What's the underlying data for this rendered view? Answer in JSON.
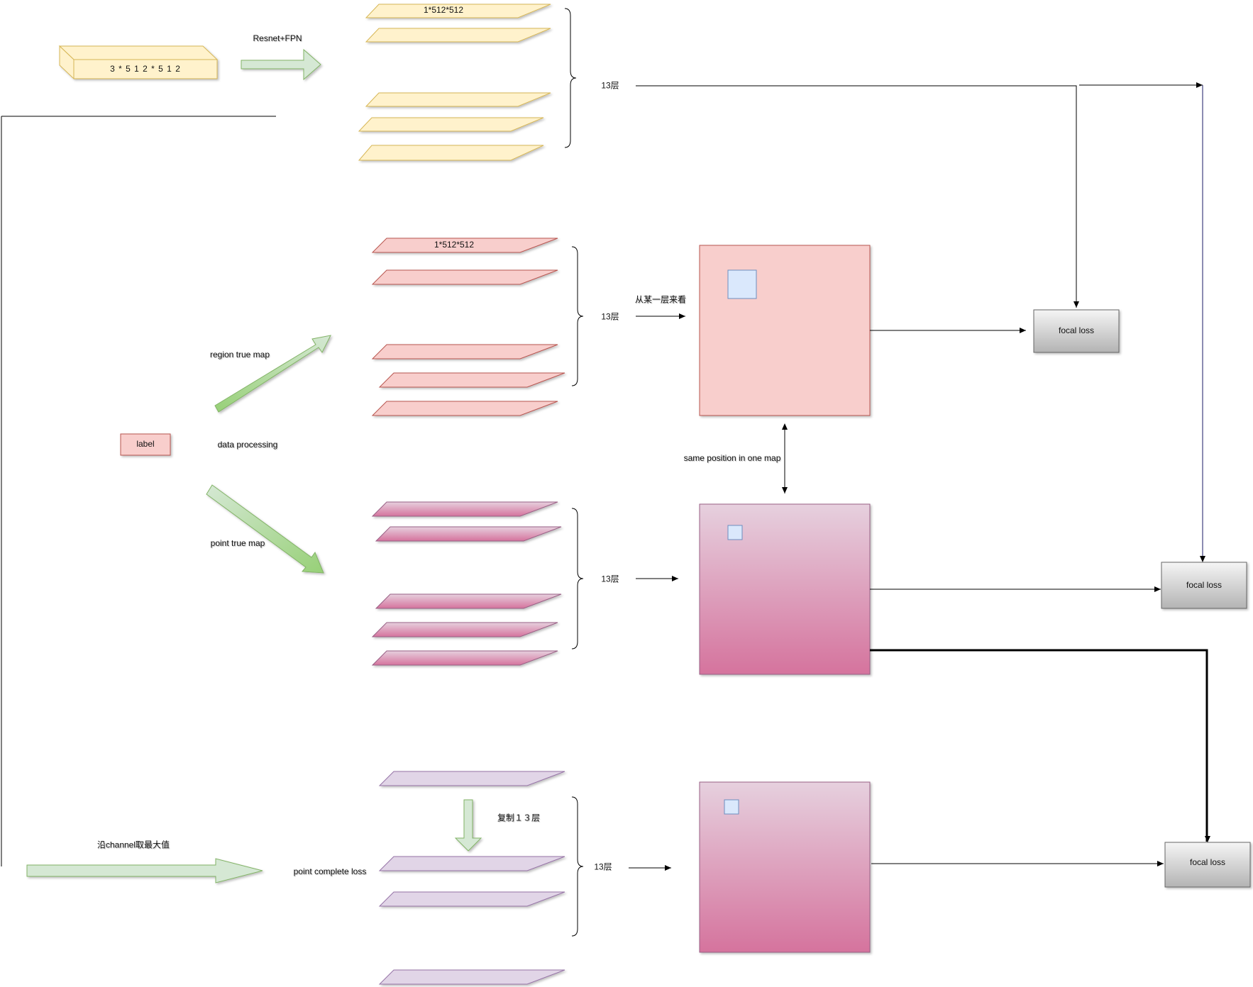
{
  "input": {
    "text": "3 * 5 1 2 * 5 1 2"
  },
  "backbone": {
    "text": "Resnet+FPN"
  },
  "feature_stack": {
    "shape_label": "1*512*512",
    "layers_label": "13层"
  },
  "region_stack": {
    "shape_label": "1*512*512",
    "layers_label": "13层",
    "view_label": "从某一层来看"
  },
  "label_box": {
    "text": "label"
  },
  "data_processing": {
    "text": "data processing"
  },
  "region_true_map": {
    "text": "region true map"
  },
  "point_true_map": {
    "text": "point true map"
  },
  "point_stack": {
    "layers_label": "13层"
  },
  "same_position": {
    "text": "same position in one map"
  },
  "max_channel": {
    "text": "沿channel取最大值"
  },
  "point_complete_loss": {
    "text": "point complete loss"
  },
  "copy_layers": {
    "text": "复制１３层"
  },
  "complete_stack": {
    "layers_label": "13层"
  },
  "focal_loss": {
    "text": "focal loss"
  },
  "colors": {
    "yellow_fill": "#fff2cc",
    "yellow_stroke": "#d6b656",
    "red_fill": "#f8cecc",
    "red_stroke": "#b85450",
    "pink_top": "#e6d0de",
    "pink_bottom": "#d5739d",
    "pink_stroke": "#996185",
    "purple_fill": "#e1d5e7",
    "purple_stroke": "#9673a6",
    "blue_fill": "#dae8fc",
    "blue_stroke": "#6c8ebf",
    "green_fill": "#d5e8d4",
    "green_stroke": "#82b366",
    "gray_top": "#f5f5f5",
    "gray_bottom": "#b3b3b3",
    "gray_stroke": "#666666"
  }
}
